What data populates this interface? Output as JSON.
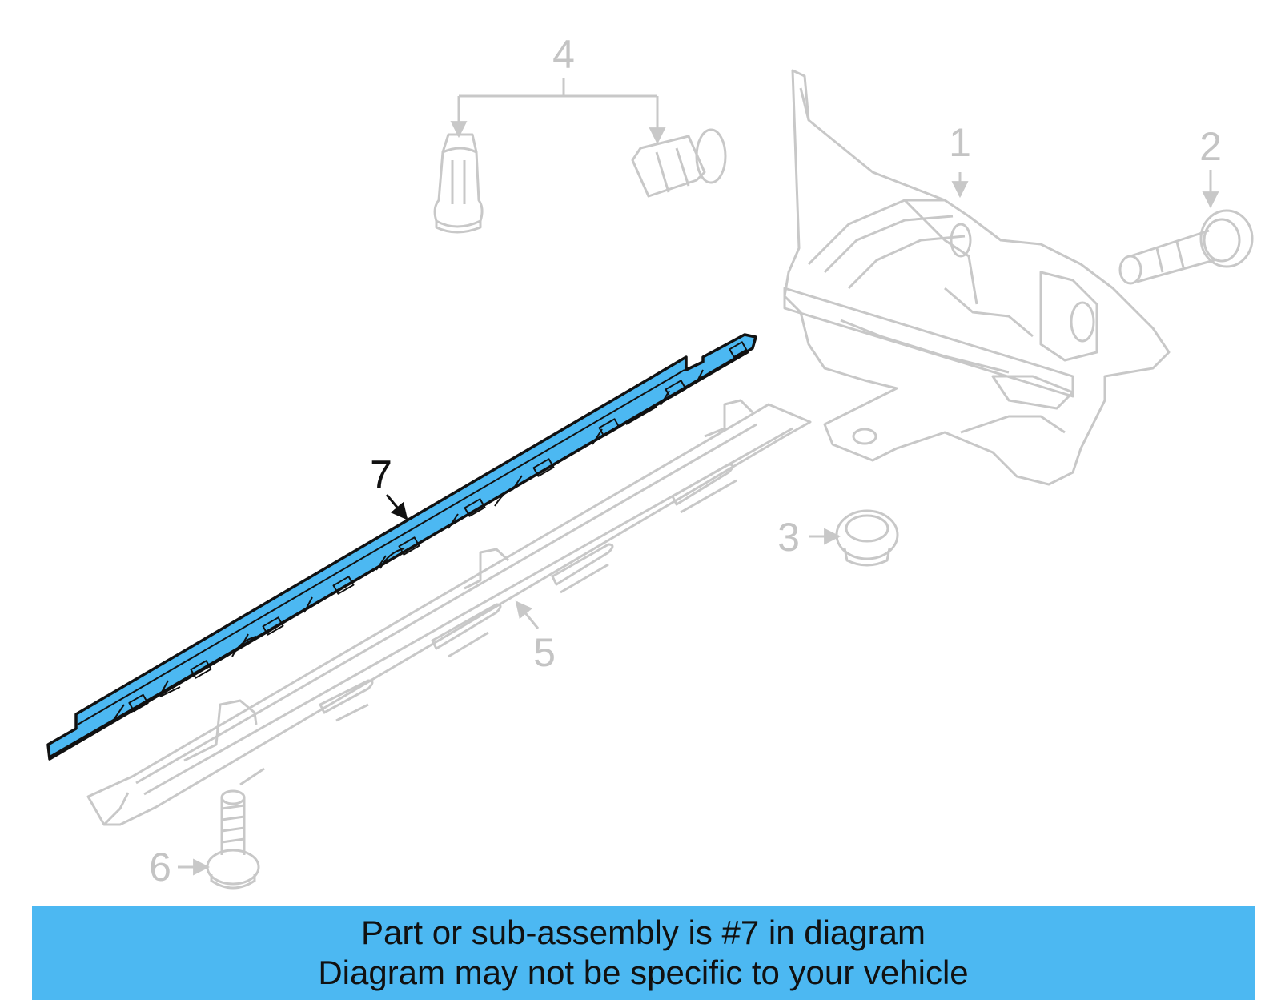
{
  "diagram": {
    "callouts": [
      {
        "id": "1",
        "label": "1",
        "highlighted": false
      },
      {
        "id": "2",
        "label": "2",
        "highlighted": false
      },
      {
        "id": "3",
        "label": "3",
        "highlighted": false
      },
      {
        "id": "4",
        "label": "4",
        "highlighted": false
      },
      {
        "id": "5",
        "label": "5",
        "highlighted": false
      },
      {
        "id": "6",
        "label": "6",
        "highlighted": false
      },
      {
        "id": "7",
        "label": "7",
        "highlighted": true
      }
    ]
  },
  "banner": {
    "line1": "Part or sub-assembly is #7 in diagram",
    "line2": "Diagram may not be specific to your vehicle"
  },
  "colors": {
    "highlight_fill": "#4cb8f2",
    "dim_stroke": "#c8c8c8",
    "dark_stroke": "#111111",
    "banner_bg": "#4cb8f2"
  }
}
